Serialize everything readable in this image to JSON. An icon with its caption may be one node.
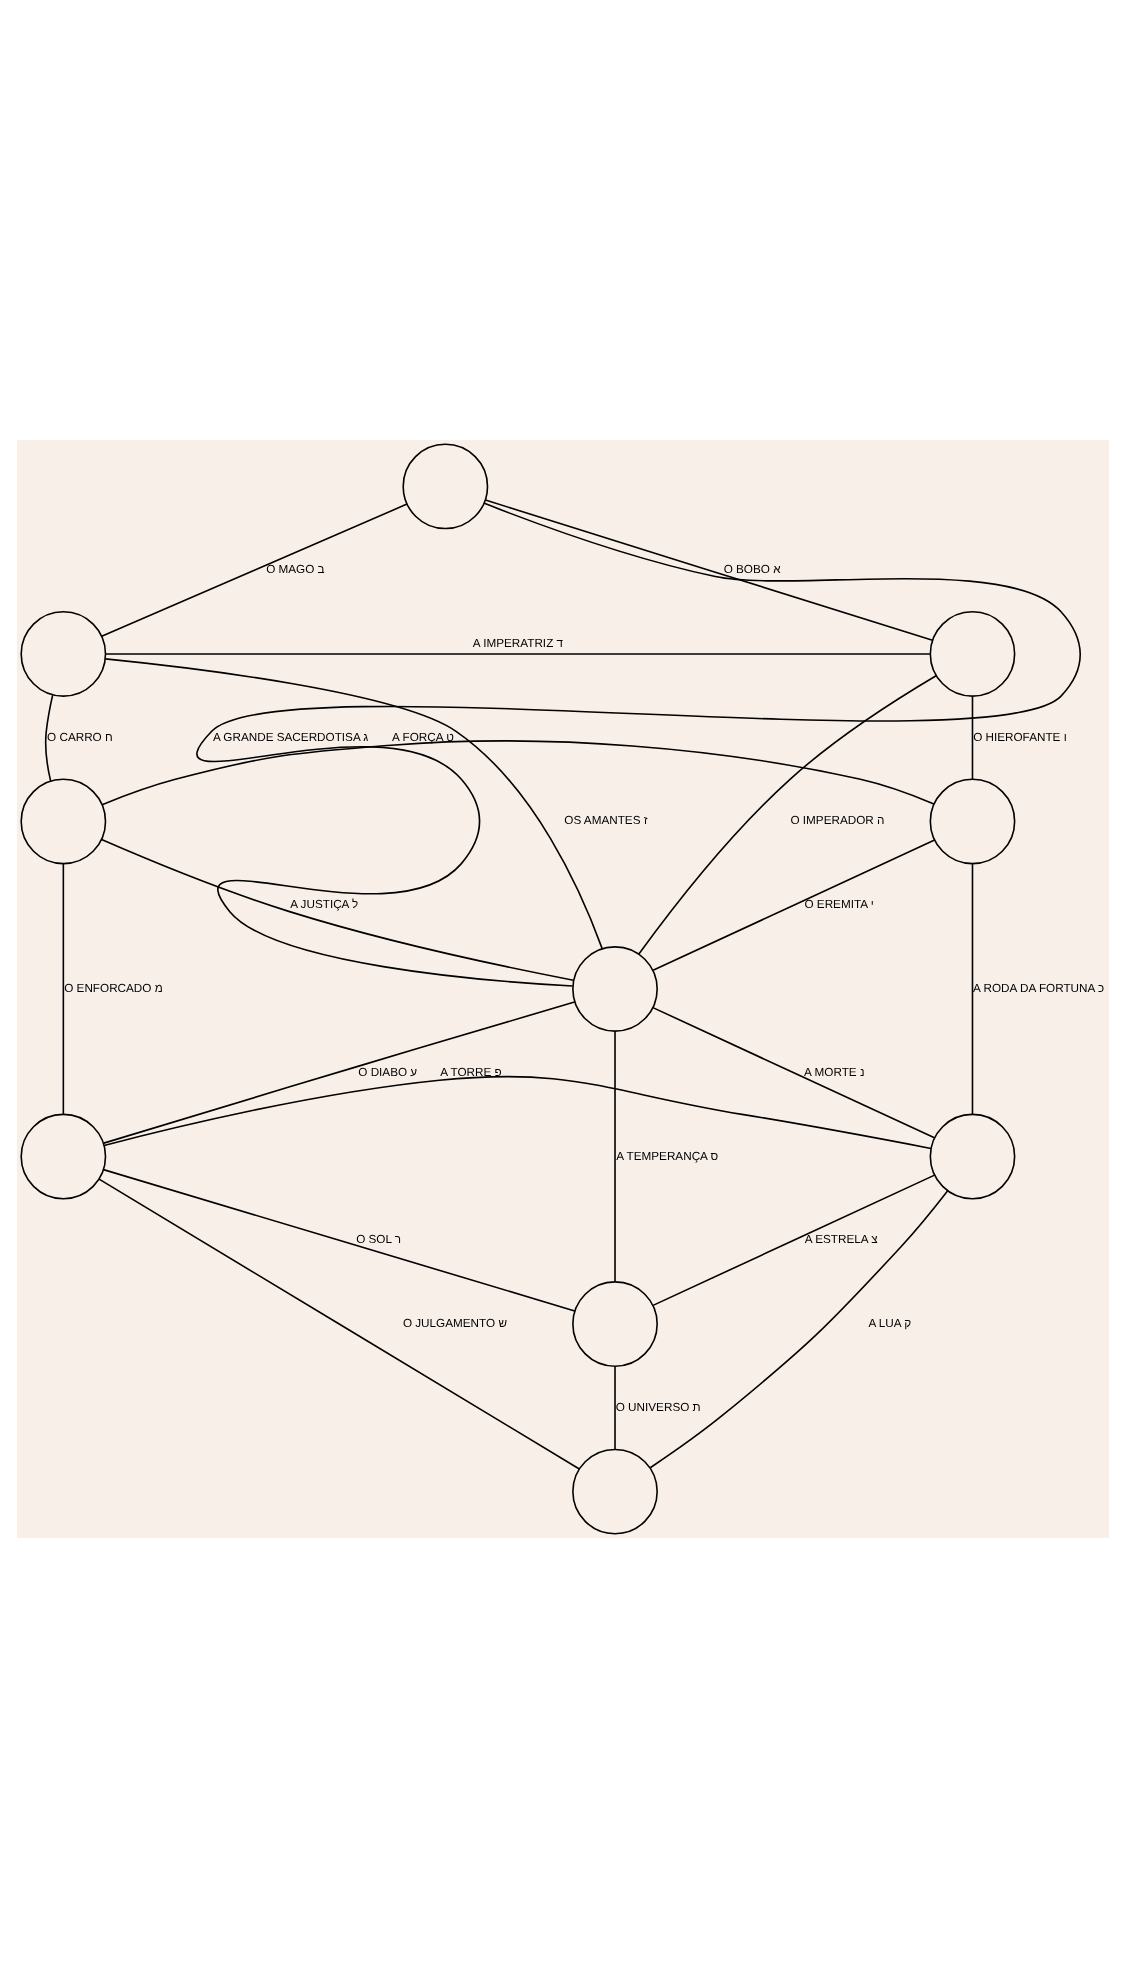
{
  "diagram": {
    "nodes": [
      {
        "text": [],
        "shape": "circle"
      },
      {
        "text": [],
        "shape": "circle"
      },
      {
        "text": [],
        "shape": "circle"
      },
      {
        "text": [],
        "shape": "circle"
      },
      {
        "text": [],
        "shape": "circle"
      },
      {
        "text": [],
        "shape": "circle"
      },
      {
        "text": [],
        "shape": "circle"
      },
      {
        "text": [],
        "shape": "circle"
      },
      {
        "text": [],
        "shape": "circle"
      },
      {
        "text": [],
        "shape": "circle"
      }
    ],
    "edges": [
      {
        "from": 0,
        "to": 1,
        "arrow": "none",
        "label": "O MAGO ב"
      },
      {
        "from": 0,
        "to": 2,
        "arrow": "none",
        "label": "O BOBO א"
      },
      {
        "from": 1,
        "to": 2,
        "arrow": "none",
        "label": "A IMPERATRIZ ד"
      },
      {
        "from": 0,
        "to": 5,
        "arrow": "none",
        "label": "A GRANDE SACERDOTISA ג"
      },
      {
        "from": 1,
        "to": 3,
        "arrow": "none",
        "label": "O CARRO ח"
      },
      {
        "from": 1,
        "to": 5,
        "arrow": "none",
        "label": "OS AMANTES ז"
      },
      {
        "from": 2,
        "to": 5,
        "arrow": "none",
        "label": "O IMPERADOR ה"
      },
      {
        "from": 2,
        "to": 4,
        "arrow": "none",
        "label": "O HIEROFANTE ו"
      },
      {
        "from": 3,
        "to": 4,
        "arrow": "none",
        "label": "A FORÇA ט"
      },
      {
        "from": 3,
        "to": 5,
        "arrow": "none",
        "label": "A JUSTIÇA ל"
      },
      {
        "from": 4,
        "to": 5,
        "arrow": "none",
        "label": "O EREMITA י"
      },
      {
        "from": 3,
        "to": 6,
        "arrow": "none",
        "label": "O ENFORCADO מ"
      },
      {
        "from": 4,
        "to": 7,
        "arrow": "none",
        "label": "A RODA DA FORTUNA כ"
      },
      {
        "from": 5,
        "to": 6,
        "arrow": "none",
        "label": "O DIABO ע"
      },
      {
        "from": 5,
        "to": 8,
        "arrow": "none",
        "label": "A TEMPERANÇA ס"
      },
      {
        "from": 5,
        "to": 7,
        "arrow": "none",
        "label": "A MORTE נ"
      },
      {
        "from": 6,
        "to": 7,
        "arrow": "none",
        "label": "A TORRE פ"
      },
      {
        "from": 6,
        "to": 8,
        "arrow": "none",
        "label": "O SOL ר"
      },
      {
        "from": 7,
        "to": 8,
        "arrow": "none",
        "label": "A ESTRELA צ"
      },
      {
        "from": 6,
        "to": 9,
        "arrow": "none",
        "label": "O JULGAMENTO ש"
      },
      {
        "from": 7,
        "to": 9,
        "arrow": "none",
        "label": "A LUA ק"
      },
      {
        "from": 8,
        "to": 9,
        "arrow": "none",
        "label": "O UNIVERSO ת"
      }
    ]
  }
}
